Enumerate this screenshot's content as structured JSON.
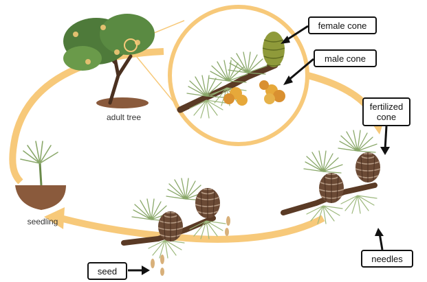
{
  "labels": {
    "female_cone": "female cone",
    "male_cone": "male cone",
    "fertilized_cone": "fertilized cone",
    "needles": "needles",
    "seed": "seed",
    "seedling": "seedling",
    "adult_tree": "adult tree"
  },
  "colors": {
    "cycle_arrow": "#f7c97a",
    "branch": "#5a3a25",
    "needle": "#8aa86a",
    "cone_brown": "#6b4a35",
    "female_cone_green": "#8f9a3a",
    "male_cone_orange": "#e6a83a",
    "soil": "#8a5a3c"
  }
}
